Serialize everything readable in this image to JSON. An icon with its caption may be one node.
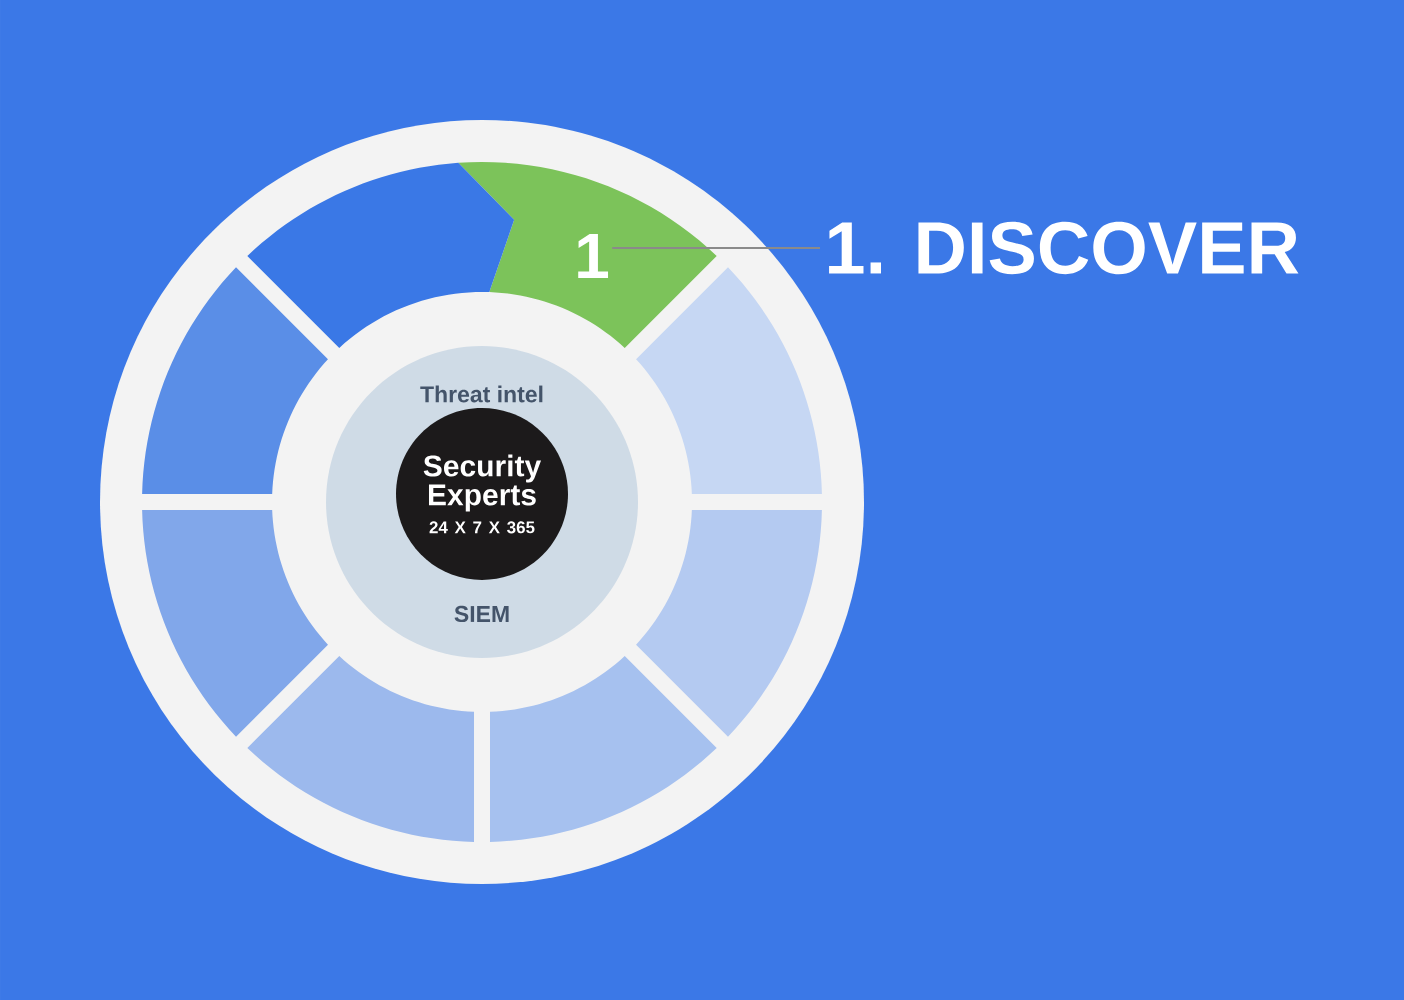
{
  "diagram": {
    "nodes": [
      {
        "text": [
          "1"
        ]
      },
      {
        "text": [],
        "shape": "sector"
      },
      {
        "text": [],
        "shape": "sector"
      },
      {
        "text": [],
        "shape": "sector"
      },
      {
        "text": [],
        "shape": "sector"
      },
      {
        "text": [],
        "shape": "sector"
      },
      {
        "text": [],
        "shape": "sector"
      },
      {
        "text": [],
        "shape": "sector"
      },
      {
        "text": [
          "1. DISCOVER"
        ]
      },
      {
        "text": [
          "Threat intel",
          "SIEM"
        ]
      },
      {
        "text": [
          "Security Experts",
          "24 X 7 X 365"
        ],
        "in": 9
      }
    ],
    "edges": [
      {
        "from": 8,
        "to": 0,
        "arrow": "none"
      }
    ]
  }
}
